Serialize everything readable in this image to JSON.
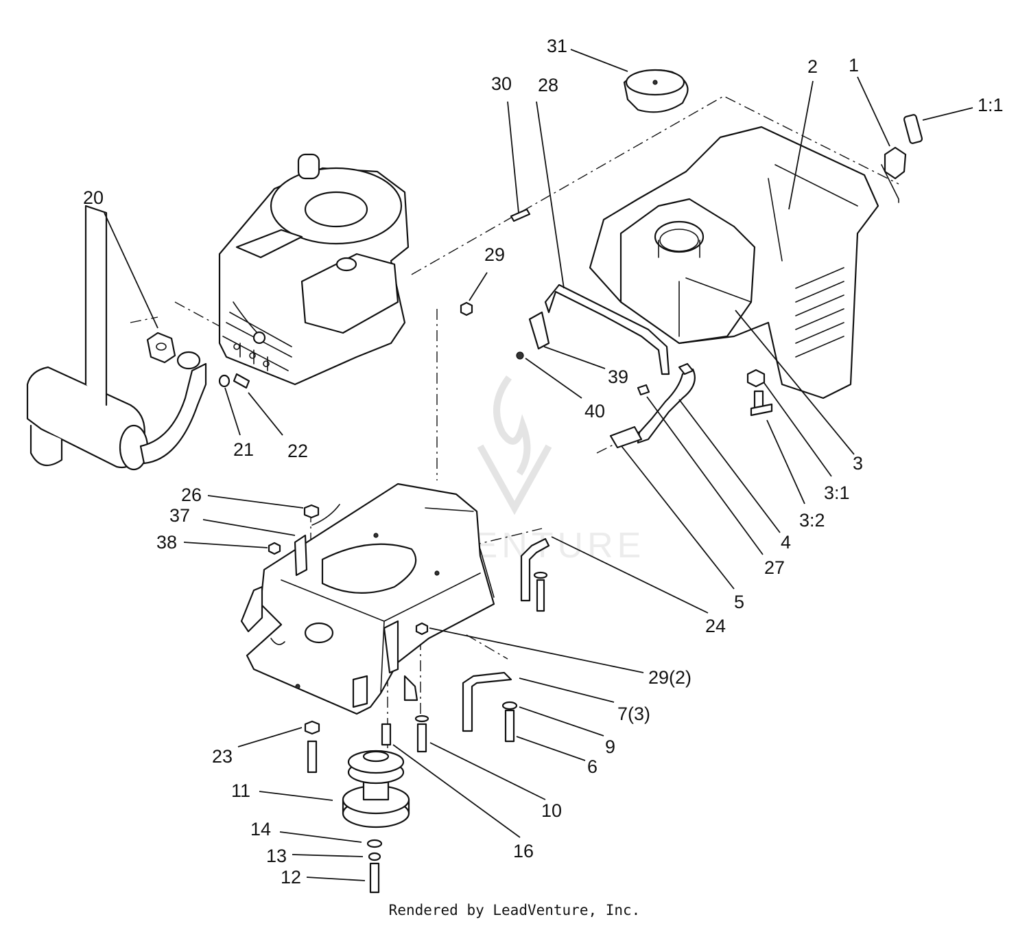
{
  "callouts": [
    {
      "id": "c31",
      "text": "31"
    },
    {
      "id": "c2",
      "text": "2"
    },
    {
      "id": "c1",
      "text": "1"
    },
    {
      "id": "c1_1",
      "text": "1:1"
    },
    {
      "id": "c30",
      "text": "30"
    },
    {
      "id": "c28",
      "text": "28"
    },
    {
      "id": "c20",
      "text": "20"
    },
    {
      "id": "c29",
      "text": "29"
    },
    {
      "id": "c39",
      "text": "39"
    },
    {
      "id": "c40",
      "text": "40"
    },
    {
      "id": "c21",
      "text": "21"
    },
    {
      "id": "c22",
      "text": "22"
    },
    {
      "id": "c3",
      "text": "3"
    },
    {
      "id": "c3_1",
      "text": "3:1"
    },
    {
      "id": "c3_2",
      "text": "3:2"
    },
    {
      "id": "c26",
      "text": "26"
    },
    {
      "id": "c37",
      "text": "37"
    },
    {
      "id": "c38",
      "text": "38"
    },
    {
      "id": "c4",
      "text": "4"
    },
    {
      "id": "c27",
      "text": "27"
    },
    {
      "id": "c5",
      "text": "5"
    },
    {
      "id": "c24",
      "text": "24"
    },
    {
      "id": "c29_2",
      "text": "29(2)"
    },
    {
      "id": "c7_3",
      "text": "7(3)"
    },
    {
      "id": "c9",
      "text": "9"
    },
    {
      "id": "c6",
      "text": "6"
    },
    {
      "id": "c23",
      "text": "23"
    },
    {
      "id": "c11",
      "text": "11"
    },
    {
      "id": "c10",
      "text": "10"
    },
    {
      "id": "c16",
      "text": "16"
    },
    {
      "id": "c14",
      "text": "14"
    },
    {
      "id": "c13",
      "text": "13"
    },
    {
      "id": "c12",
      "text": "12"
    }
  ],
  "watermark": {
    "text": "LEADVENTURE"
  },
  "footer": {
    "text": "Rendered by LeadVenture, Inc."
  }
}
